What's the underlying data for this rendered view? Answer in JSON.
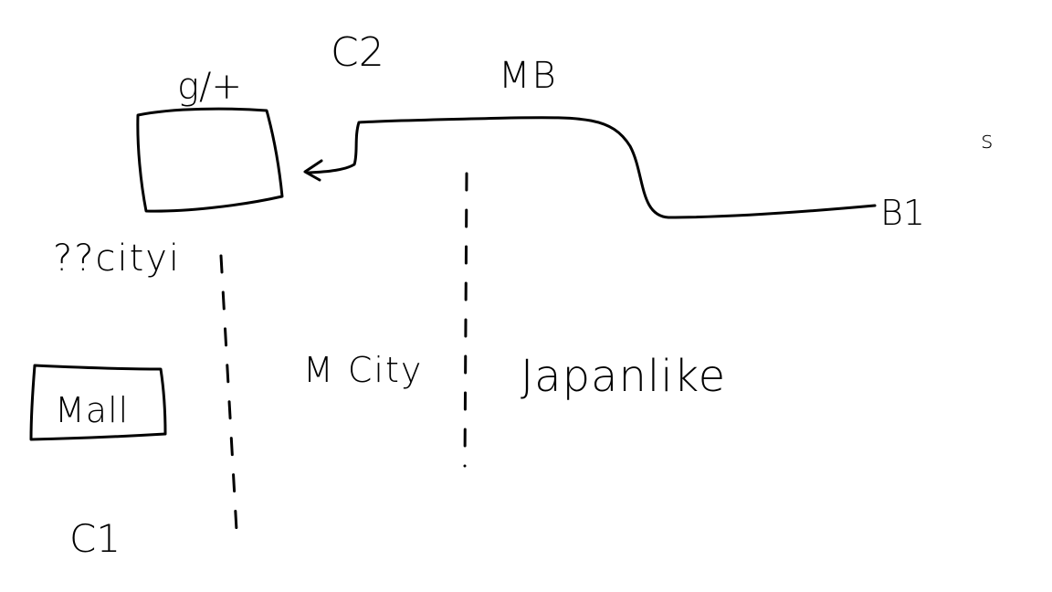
{
  "labels": {
    "c2": "C2",
    "mb": "MB",
    "gt": "g/+",
    "s": "s",
    "b1": "B1",
    "unknown_city": "??cityi",
    "m_city": "M City",
    "japanlike": "Japanlike",
    "mall": "Mall",
    "c1": "C1"
  },
  "colors": {
    "ink": "#000000",
    "background": "#ffffff"
  }
}
